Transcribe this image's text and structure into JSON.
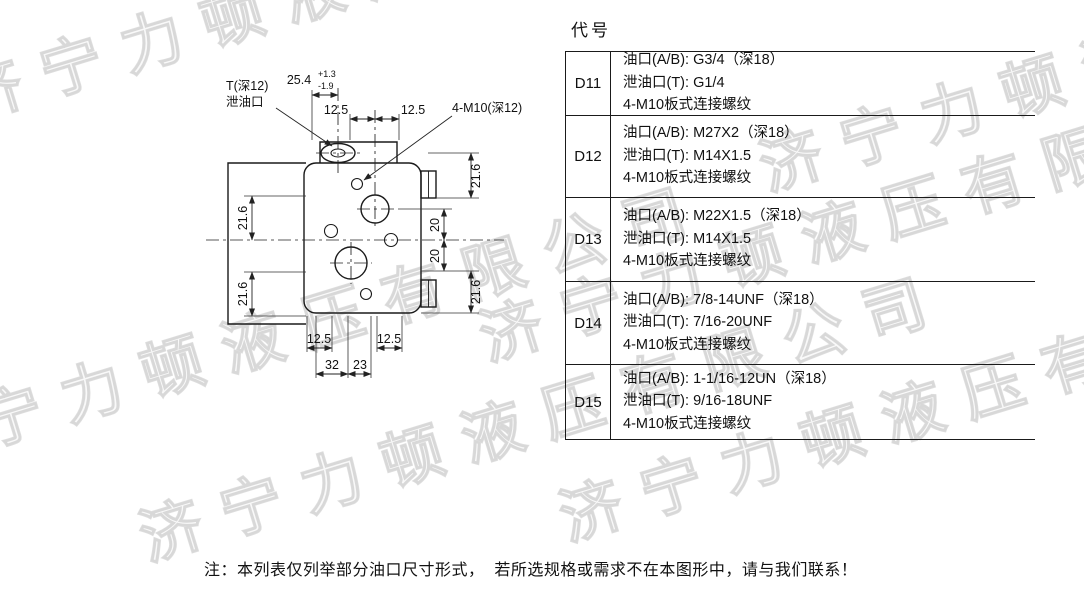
{
  "watermark": {
    "text": "济宁力顿液压有限公司"
  },
  "note": {
    "text": "注：本列表仅列举部分油口尺寸形式，  若所选规格或需求不在本图形中，请与我们联系！"
  },
  "drawing": {
    "port_label_line1": "T(深12)",
    "port_label_line2": "泄油口",
    "bolt_label": "4-M10(深12)",
    "dims": {
      "d254": "25.4",
      "d254_tol_plus": "+1.3",
      "d254_tol_minus": "-1.9",
      "d125_top_left": "12.5",
      "d125_top_right": "12.5",
      "d216_right_top": "21.6",
      "d20_upper": "20",
      "d20_lower": "20",
      "d216_right_bottom": "21.6",
      "d216_left_top": "21.6",
      "d216_left_bottom": "21.6",
      "d125_bottom_left": "12.5",
      "d125_bottom_right": "12.5",
      "d32": "32",
      "d23": "23"
    }
  },
  "table": {
    "header": "代号",
    "rows": [
      {
        "code": "D11",
        "lines": [
          "油口(A/B): G3/4（深18）",
          "泄油口(T): G1/4",
          "4-M10板式连接螺纹"
        ]
      },
      {
        "code": "D12",
        "lines": [
          "油口(A/B): M27X2（深18）",
          "泄油口(T): M14X1.5",
          "4-M10板式连接螺纹"
        ]
      },
      {
        "code": "D13",
        "lines": [
          "油口(A/B): M22X1.5（深18）",
          "泄油口(T): M14X1.5",
          "4-M10板式连接螺纹"
        ]
      },
      {
        "code": "D14",
        "lines": [
          "油口(A/B): 7/8-14UNF（深18）",
          "泄油口(T): 7/16-20UNF",
          "4-M10板式连接螺纹"
        ]
      },
      {
        "code": "D15",
        "lines": [
          "油口(A/B): 1-1/16-12UN（深18）",
          "泄油口(T): 9/16-18UNF",
          "4-M10板式连接螺纹"
        ]
      }
    ]
  }
}
